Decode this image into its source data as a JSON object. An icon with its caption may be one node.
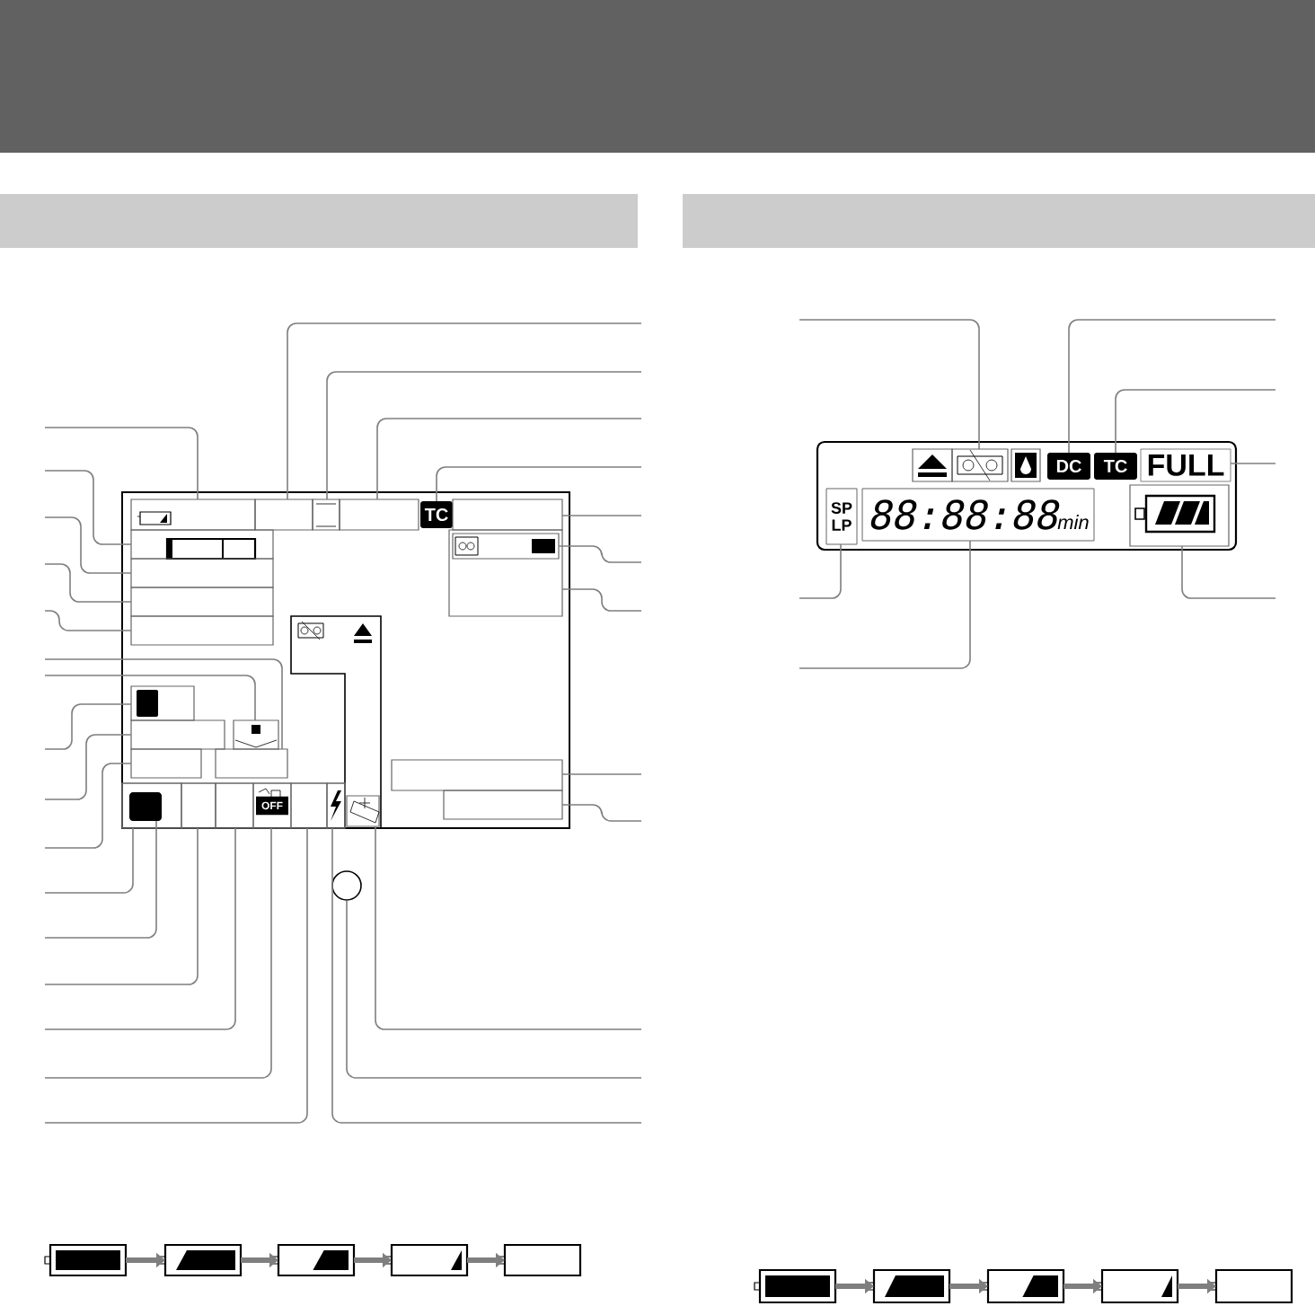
{
  "diagram": {
    "nodes": [
      {
        "text": [],
        "shape": "box"
      },
      {
        "text": [],
        "shape": "box",
        "in": 0
      },
      {
        "text": [],
        "shape": "box",
        "in": 0
      },
      {
        "text": [],
        "shape": "box",
        "in": 0
      },
      {
        "text": [],
        "shape": "box",
        "in": 0
      },
      {
        "text": [
          "TC"
        ],
        "in": 0
      },
      {
        "text": [],
        "shape": "box",
        "in": 0
      },
      {
        "text": [],
        "shape": "box",
        "in": 0
      },
      {
        "text": [],
        "shape": "box",
        "in": 0
      },
      {
        "text": [],
        "shape": "box",
        "in": 0
      },
      {
        "text": [],
        "shape": "box",
        "in": 0
      },
      {
        "text": [],
        "shape": "box",
        "in": 0
      },
      {
        "text": [],
        "shape": "box",
        "in": 11
      },
      {
        "text": [],
        "shape": "box",
        "in": 0
      },
      {
        "text": [],
        "shape": "box",
        "in": 0
      },
      {
        "text": [],
        "shape": "box",
        "in": 0
      },
      {
        "text": [],
        "shape": "box",
        "in": 0
      },
      {
        "text": [],
        "shape": "box",
        "in": 0
      },
      {
        "text": [],
        "shape": "box",
        "in": 0
      },
      {
        "text": [],
        "shape": "box",
        "in": 0
      },
      {
        "text": [],
        "shape": "box",
        "in": 19
      },
      {
        "text": [],
        "shape": "box",
        "in": 20
      },
      {
        "text": [],
        "shape": "box",
        "in": 19
      },
      {
        "text": [],
        "shape": "box",
        "in": 19
      },
      {
        "text": [
          "OFF"
        ],
        "in": 19
      },
      {
        "text": [],
        "shape": "box",
        "in": 19
      },
      {
        "text": [],
        "shape": "box",
        "in": 19
      },
      {
        "text": [],
        "shape": "box",
        "in": 13
      },
      {
        "text": [],
        "shape": "box",
        "in": 0
      },
      {
        "text": [],
        "shape": "box",
        "in": 0
      },
      {
        "text": [],
        "shape": "circle"
      },
      {
        "text": [],
        "shape": "box"
      },
      {
        "text": [],
        "shape": "box",
        "in": 31
      },
      {
        "text": [],
        "shape": "box",
        "in": 31
      },
      {
        "text": [],
        "shape": "box",
        "in": 31
      },
      {
        "text": [
          "DC"
        ],
        "in": 31
      },
      {
        "text": [
          "TC"
        ],
        "in": 31
      },
      {
        "text": [
          "FULL"
        ],
        "in": 31
      },
      {
        "text": [
          "SP LP"
        ],
        "in": 31
      },
      {
        "text": [
          "88:88:88",
          "min"
        ],
        "in": 31
      },
      {
        "text": [],
        "shape": "box",
        "in": 31
      },
      {
        "text": [],
        "shape": "battery"
      },
      {
        "text": [],
        "shape": "battery"
      },
      {
        "text": [],
        "shape": "battery"
      },
      {
        "text": [],
        "shape": "battery"
      },
      {
        "text": [],
        "shape": "battery"
      },
      {
        "text": [],
        "shape": "battery"
      },
      {
        "text": [],
        "shape": "battery"
      },
      {
        "text": [],
        "shape": "battery"
      },
      {
        "text": [],
        "shape": "battery"
      },
      {
        "text": [],
        "shape": "battery"
      }
    ],
    "edges": [
      {
        "from": null,
        "to": 1,
        "arrow": "none"
      },
      {
        "from": null,
        "to": 7,
        "arrow": "none"
      },
      {
        "from": null,
        "to": 8,
        "arrow": "none"
      },
      {
        "from": null,
        "to": 9,
        "arrow": "none"
      },
      {
        "from": null,
        "to": 10,
        "arrow": "none"
      },
      {
        "from": null,
        "to": 18,
        "arrow": "none"
      },
      {
        "from": null,
        "to": 16,
        "arrow": "none"
      },
      {
        "from": null,
        "to": 14,
        "arrow": "none"
      },
      {
        "from": null,
        "to": 15,
        "arrow": "none"
      },
      {
        "from": null,
        "to": 17,
        "arrow": "none"
      },
      {
        "from": null,
        "to": 20,
        "arrow": "none"
      },
      {
        "from": null,
        "to": 21,
        "arrow": "none"
      },
      {
        "from": null,
        "to": 22,
        "arrow": "none"
      },
      {
        "from": null,
        "to": 23,
        "arrow": "none"
      },
      {
        "from": null,
        "to": 24,
        "arrow": "none"
      },
      {
        "from": null,
        "to": 25,
        "arrow": "none"
      },
      {
        "from": null,
        "to": 26,
        "arrow": "none"
      },
      {
        "from": null,
        "to": 30,
        "arrow": "none"
      },
      {
        "from": null,
        "to": 27,
        "arrow": "none"
      },
      {
        "from": null,
        "to": 2,
        "arrow": "none"
      },
      {
        "from": null,
        "to": 3,
        "arrow": "none"
      },
      {
        "from": null,
        "to": 4,
        "arrow": "none"
      },
      {
        "from": null,
        "to": 5,
        "arrow": "none"
      },
      {
        "from": null,
        "to": 6,
        "arrow": "none"
      },
      {
        "from": null,
        "to": 12,
        "arrow": "none"
      },
      {
        "from": null,
        "to": 11,
        "arrow": "none"
      },
      {
        "from": null,
        "to": 28,
        "arrow": "none"
      },
      {
        "from": null,
        "to": 29,
        "arrow": "none"
      },
      {
        "from": null,
        "to": 33,
        "arrow": "none"
      },
      {
        "from": null,
        "to": 38,
        "arrow": "none"
      },
      {
        "from": null,
        "to": 39,
        "arrow": "none"
      },
      {
        "from": null,
        "to": 35,
        "arrow": "none"
      },
      {
        "from": null,
        "to": 36,
        "arrow": "none"
      },
      {
        "from": null,
        "to": 37,
        "arrow": "none"
      },
      {
        "from": null,
        "to": 40,
        "arrow": "none"
      },
      {
        "from": 41,
        "to": 42,
        "arrow": "to",
        "style": "thick"
      },
      {
        "from": 42,
        "to": 43,
        "arrow": "to",
        "style": "thick"
      },
      {
        "from": 43,
        "to": 44,
        "arrow": "to",
        "style": "thick"
      },
      {
        "from": 44,
        "to": 45,
        "arrow": "to",
        "style": "thick"
      },
      {
        "from": 46,
        "to": 47,
        "arrow": "to",
        "style": "thick"
      },
      {
        "from": 47,
        "to": 48,
        "arrow": "to",
        "style": "thick"
      },
      {
        "from": 48,
        "to": 49,
        "arrow": "to",
        "style": "thick"
      },
      {
        "from": 49,
        "to": 50,
        "arrow": "to",
        "style": "thick"
      }
    ]
  }
}
